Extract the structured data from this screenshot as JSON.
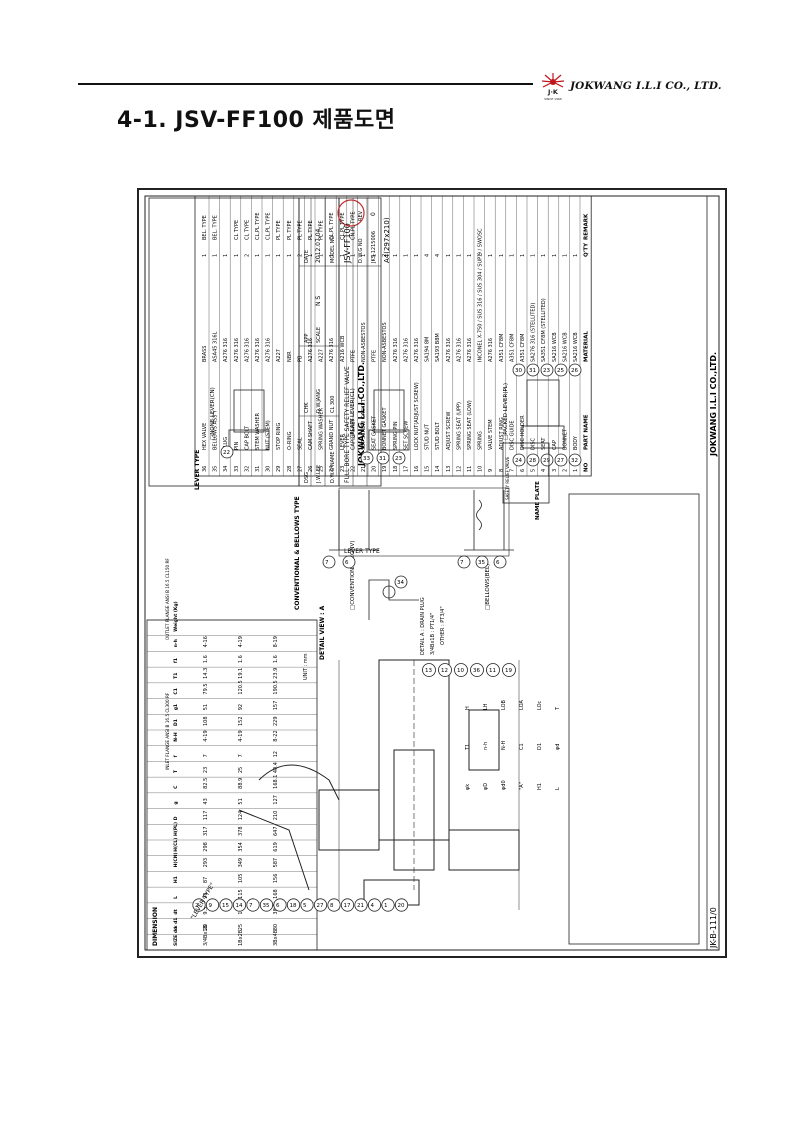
{
  "header": {
    "company_name": "JOKWANG I.L.I CO., LTD.",
    "logo_letters": "J·K",
    "logo_since": "SINCE 1966"
  },
  "page": {
    "title": "4-1. JSV-FF100 제품도면"
  },
  "drawing": {
    "title_block": {
      "dimension_label": "DIMENSION",
      "lever_type_callout": "\"LEVER TYPE\"",
      "bottom_left_code": "JK-B-111/0",
      "bottom_right_company": "JOKWANG I.L.I CO.,LTD.",
      "company": "JOKWANG I.L.I CO.,LTD.",
      "dwg_name_label": "D.W.G NAME",
      "dwg_name": "FULL BORE TYPE SAFETY RELIEF VALVE",
      "model_no_label": "MODEL NO",
      "model_no": "JSV-FF100",
      "dwg_no_label": "D.W.G NO",
      "dwg_no": "JKS-1215006",
      "rev_label": "REV",
      "rev_value": "0",
      "sheet_size": "A4(297x210)",
      "date_label": "DATE",
      "date": "2012.07.04",
      "scale_label": "SCALE",
      "scale": "N S",
      "class": "CL 300",
      "dsg_label": "DSG",
      "chk_label": "CHK",
      "app_label": "APP",
      "dsg_name": "J.W.LEE",
      "chk_name": "D.W.JANG"
    },
    "parts_table": {
      "headers": [
        "NO",
        "PART NAME",
        "MATERIAL",
        "Q'TY",
        "REMARK"
      ],
      "rows": [
        [
          "36",
          "HEX VALVE",
          "BRASS",
          "1",
          "BEL. TYPE"
        ],
        [
          "35",
          "BELLOWS ASS'Y",
          "ASA45 316L",
          "1",
          "BEL. TYPE"
        ],
        [
          "34",
          "PLUG",
          "A276 316",
          "1",
          ""
        ],
        [
          "33",
          "PIN",
          "A276 316",
          "1",
          "CL TYPE"
        ],
        [
          "32",
          "CAP BOLT",
          "A276 316",
          "2",
          "CL TYPE"
        ],
        [
          "31",
          "STEM WASHER",
          "A276 316",
          "1",
          "CL,PL TYPE"
        ],
        [
          "30",
          "NUT (STEM)",
          "A276 316",
          "1",
          "CL,PL TYPE"
        ],
        [
          "29",
          "STOP RING",
          "A227",
          "1",
          "PL TYPE"
        ],
        [
          "28",
          "O-RING",
          "NBR",
          "1",
          "PL TYPE"
        ],
        [
          "27",
          "SEAL",
          "PB",
          "2",
          "PL TYPE"
        ],
        [
          "26",
          "CAM SHAFT",
          "A276 316",
          "1",
          "PL TYPE"
        ],
        [
          "25",
          "SPRING WASHER",
          "A227",
          "1",
          "PL TYPE"
        ],
        [
          "24",
          "GRAND NUT",
          "A276 316",
          "1",
          "CL,PL TYPE"
        ],
        [
          "23",
          "LEVER",
          "A216 WCB",
          "1",
          "CL,PL TYPE"
        ],
        [
          "22",
          "CAP GASKET",
          "PTFE",
          "1",
          "CN,PL TYPE"
        ],
        [
          "21",
          "SET SCREW GASKET",
          "NON-ASBESTOS",
          "1",
          ""
        ],
        [
          "20",
          "SEAT GASKET",
          "PTFE",
          "1",
          ""
        ],
        [
          "19",
          "BONNET GASKET",
          "NON-ASBESTOS",
          "2",
          ""
        ],
        [
          "18",
          "SPRING PIN",
          "A276 316",
          "1",
          ""
        ],
        [
          "17",
          "SET SCREW",
          "A276 316",
          "1",
          ""
        ],
        [
          "16",
          "LOCK NUT(ADJUST SCREW)",
          "A276 316",
          "1",
          ""
        ],
        [
          "15",
          "STUD NUT",
          "SA194 8M",
          "4",
          ""
        ],
        [
          "14",
          "STUD BOLT",
          "SA193 B8M",
          "4",
          ""
        ],
        [
          "13",
          "ADJUST SCREW",
          "A276 316",
          "1",
          ""
        ],
        [
          "12",
          "SPRING SEAT (UPP)",
          "A276 316",
          "1",
          ""
        ],
        [
          "11",
          "SPRING SEAT (LOW)",
          "A276 316",
          "1",
          ""
        ],
        [
          "10",
          "SPRING",
          "INCONEL X-750 / SUS 316 / SUS 304 / SUP 9 / SWOSC",
          "1",
          ""
        ],
        [
          "9",
          "VALVE STEM",
          "A276 316",
          "1",
          ""
        ],
        [
          "8",
          "ADJUST RING",
          "A351 CF8M",
          "1",
          ""
        ],
        [
          "7",
          "DISC GUIDE",
          "A351 CF8M",
          "1",
          ""
        ],
        [
          "6",
          "DISC HOLDER",
          "A351 CF8M",
          "1",
          ""
        ],
        [
          "5",
          "DISC",
          "SA276 316 (STELLITED)",
          "1",
          ""
        ],
        [
          "4",
          "SEAT",
          "SA351 CF8M (STELLITED)",
          "1",
          ""
        ],
        [
          "3",
          "CAP",
          "SA216 WCB",
          "1",
          ""
        ],
        [
          "2",
          "BONNET",
          "SA216 WCB",
          "1",
          ""
        ],
        [
          "1",
          "BODY",
          "SA216 WCB",
          "1",
          ""
        ]
      ]
    },
    "lever_section": {
      "heading": "LEVER TYPE",
      "none_lever": "□NONE LEVER(CN)",
      "plain_lever": "□PLAIN LEVER(CL)",
      "packed_lever": "□PACKED LEVER(PL)",
      "balloons_cn": [
        "22"
      ],
      "balloons_cl": [
        "33",
        "31",
        "23"
      ],
      "balloons_pl": [
        "30",
        "31",
        "23",
        "25",
        "26",
        "24",
        "28",
        "29",
        "27",
        "32"
      ]
    },
    "conv_section": {
      "heading": "CONVENTIONAL & BELLOWS TYPE",
      "conv_label": "□CONVENTIONAL(CONV)",
      "bel_label": "□BELLOWS(BEL)",
      "balloons_conv": [
        "7",
        "6"
      ],
      "balloons_bel": [
        "7",
        "35",
        "6"
      ]
    },
    "detail_section": {
      "heading": "DETAIL VIEW : A",
      "drain_line1": "DETAIL A : DRAIN PLUG",
      "drain_line2": "3/4Bx1B : PT1/4\"",
      "drain_line3": "OTHER : PT3/4\"",
      "balloon": "34"
    },
    "nameplate": {
      "label": "NAME PLATE",
      "plate_heading": "SAFETY RELIEF VALVE"
    },
    "main_view": {
      "balloons_top": [
        "13",
        "12",
        "10",
        "36",
        "11",
        "19"
      ],
      "balloons_side": [
        "2",
        "9",
        "15",
        "14",
        "7",
        "35",
        "6",
        "18",
        "5",
        "27",
        "8",
        "17",
        "21",
        "4",
        "1",
        "20"
      ],
      "dim_labels": [
        "H",
        "LH",
        "LOB",
        "LOA",
        "LOc",
        "T",
        "T1",
        "n-h",
        "N-H",
        "C1",
        "D1",
        "φd",
        "φk",
        "φD",
        "φd0",
        "\"A\"",
        "H1",
        "L"
      ]
    },
    "dimension_table": {
      "unit": "UNIT : mm",
      "group_headers": [
        "INLET FLANGE ANSI B 16.5 CL300 RF",
        "OUTLET FLANGE ANSI B 16.5 CL150 RF"
      ],
      "headers": [
        "SIZE d x d1",
        "d",
        "dt",
        "L",
        "H1",
        "H(CN)",
        "H(CL)",
        "H(PL)",
        "D",
        "g",
        "C",
        "T",
        "f",
        "N-H",
        "D1",
        "g1",
        "C1",
        "T1",
        "f1",
        "n-h",
        "Weight (Kg)"
      ],
      "rows": [
        [
          "3/4Bx1B",
          "20",
          "9.5",
          "96",
          "87",
          "293",
          "298",
          "317",
          "117",
          "43",
          "82.5",
          "23",
          "7",
          "4-19",
          "108",
          "51",
          "79.5",
          "14.3",
          "1.6",
          "4-16",
          ""
        ],
        [
          "1Bx2B",
          "25",
          "12.7",
          "115",
          "105",
          "349",
          "354",
          "378",
          "124",
          "51",
          "88.9",
          "25",
          "7",
          "4-19",
          "152",
          "92",
          "120.5",
          "19.1",
          "1.6",
          "4-19",
          ""
        ],
        [
          "3Bx4B",
          "80",
          "38.9",
          "168",
          "156",
          "587",
          "619",
          "647",
          "210",
          "127",
          "168.1",
          "40.4",
          "12",
          "8-22",
          "229",
          "157",
          "190.5",
          "23.9",
          "1.6",
          "8-19",
          ""
        ]
      ]
    }
  }
}
